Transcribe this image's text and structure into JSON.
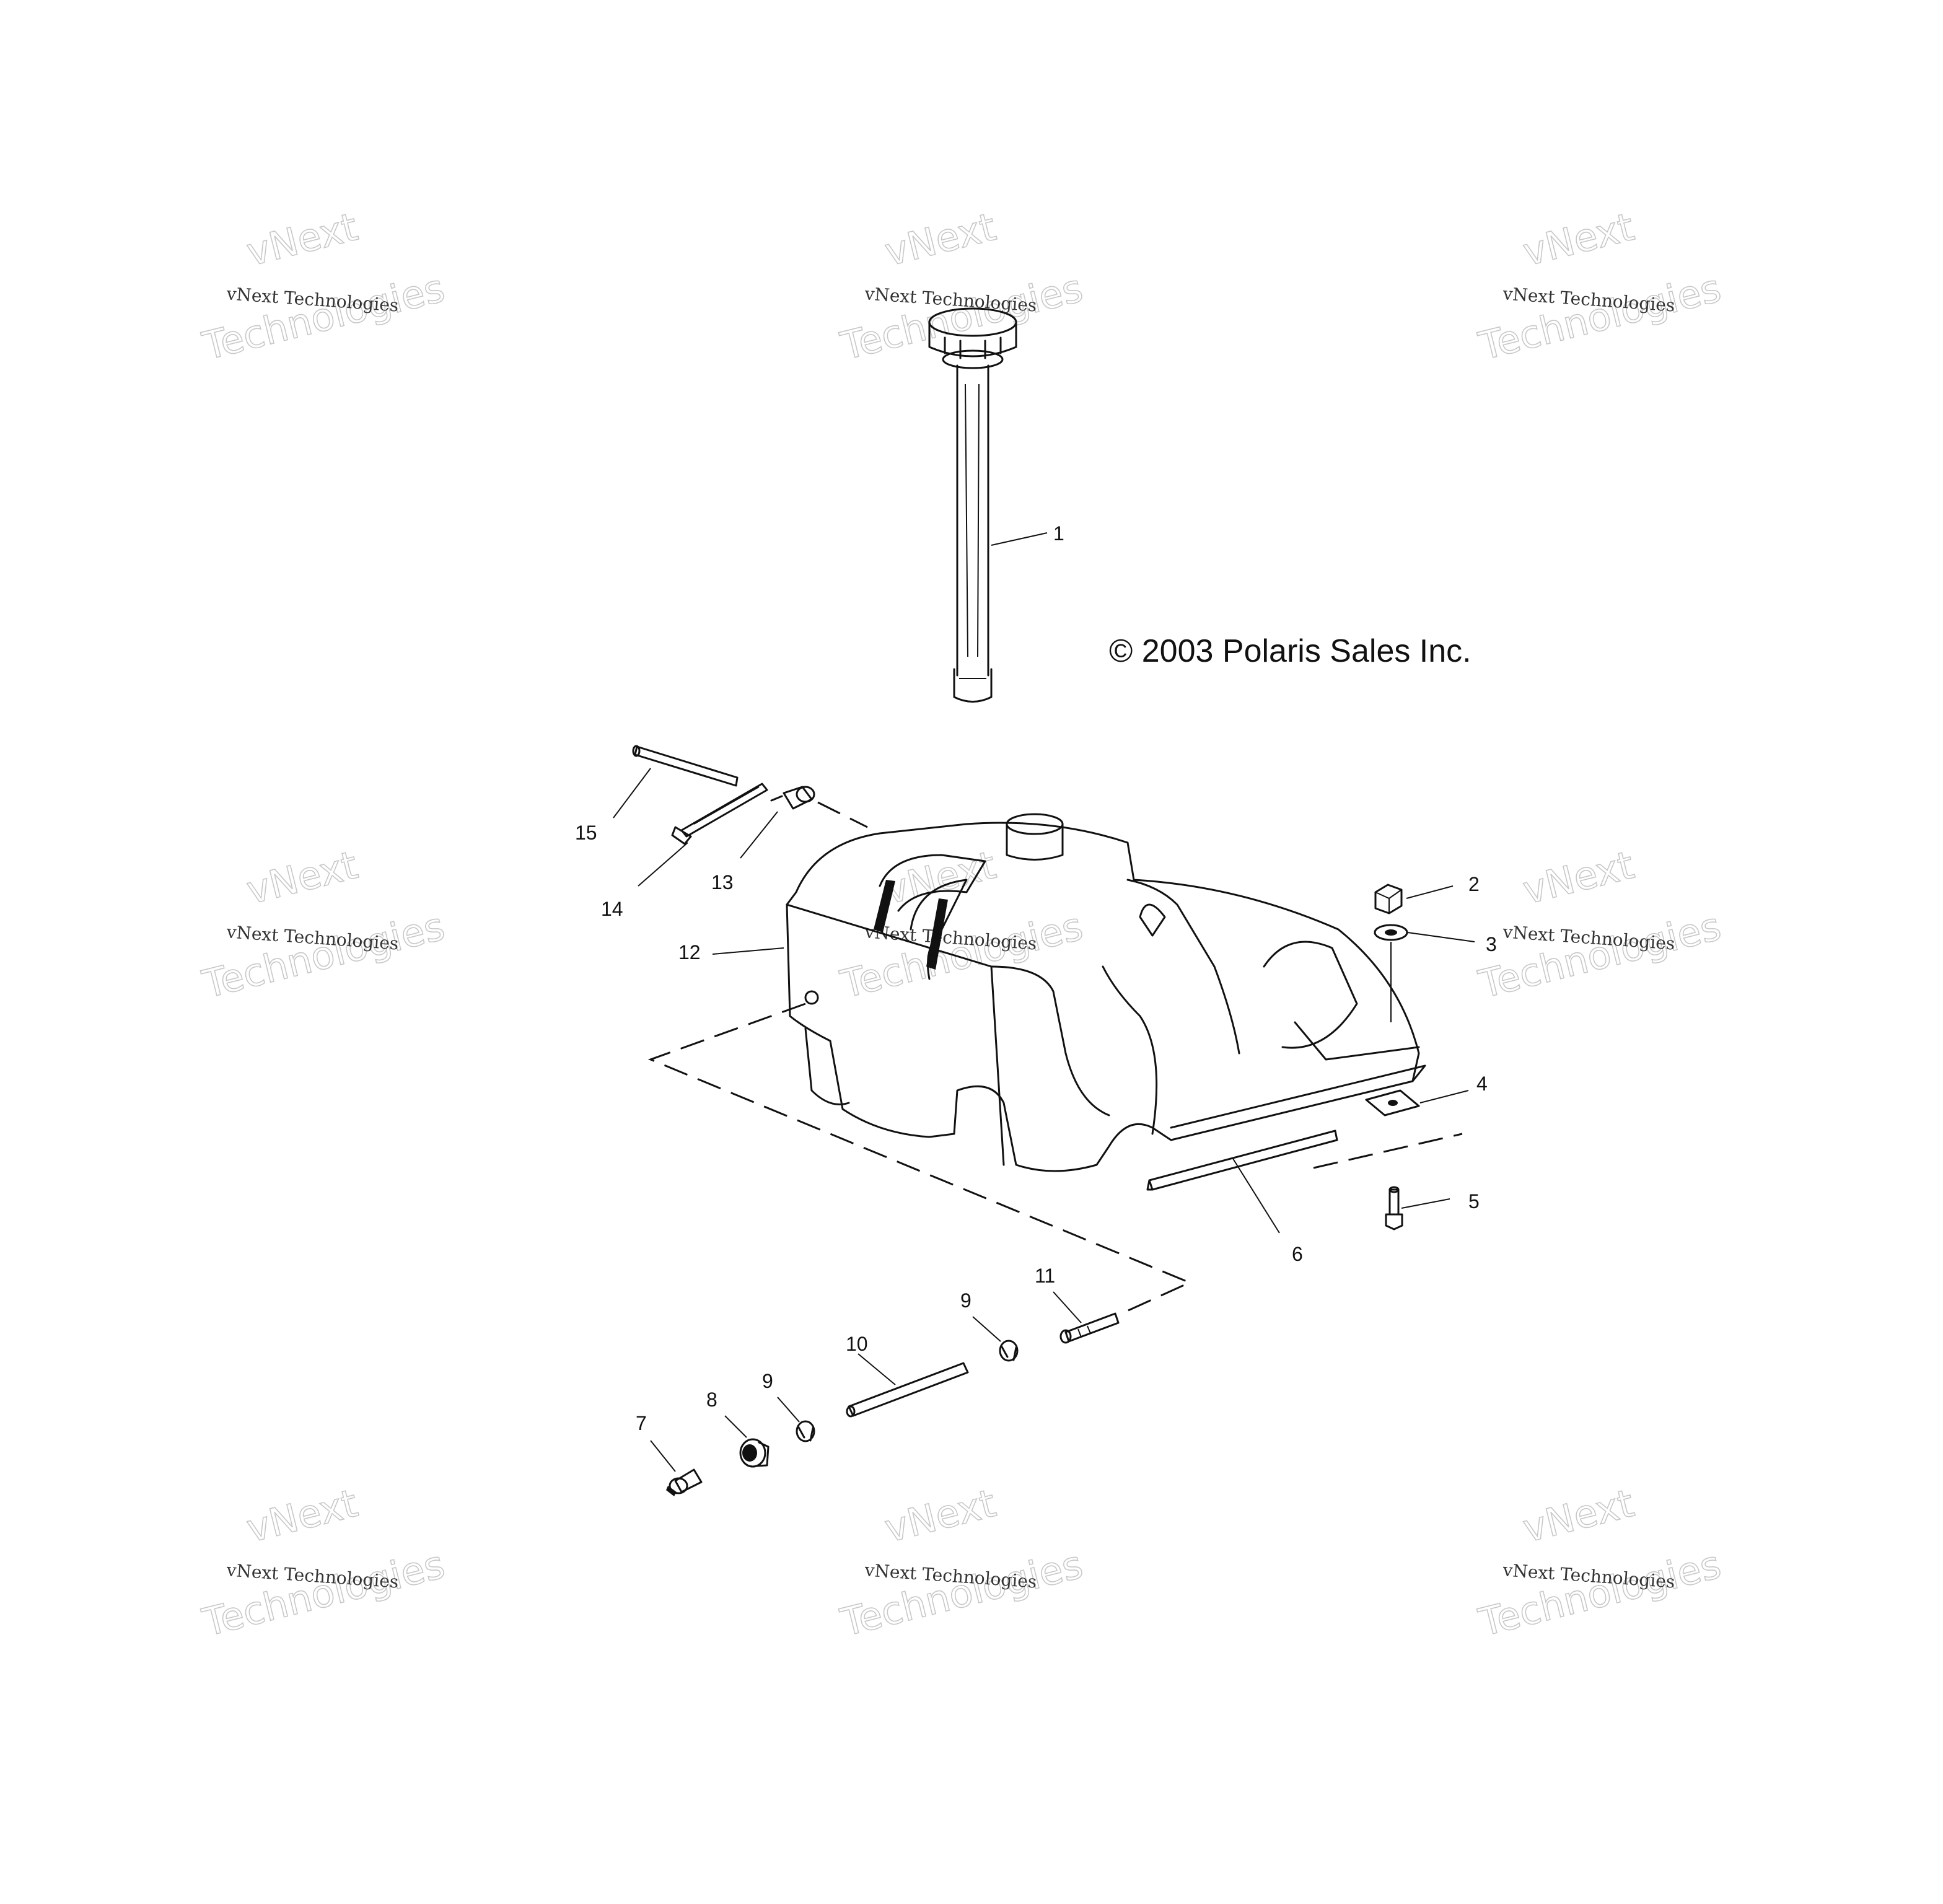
{
  "copyright": "© 2003 Polaris Sales Inc.",
  "watermark": {
    "brand": "vNext",
    "name": "Technologies",
    "caption": "vNext Technologies"
  },
  "callouts": [
    "1",
    "2",
    "3",
    "4",
    "5",
    "6",
    "7",
    "8",
    "9",
    "9",
    "10",
    "11",
    "12",
    "13",
    "14",
    "15"
  ],
  "colors": {
    "ink": "#111111",
    "watermark": "#c8c8c8",
    "background": "#ffffff"
  }
}
